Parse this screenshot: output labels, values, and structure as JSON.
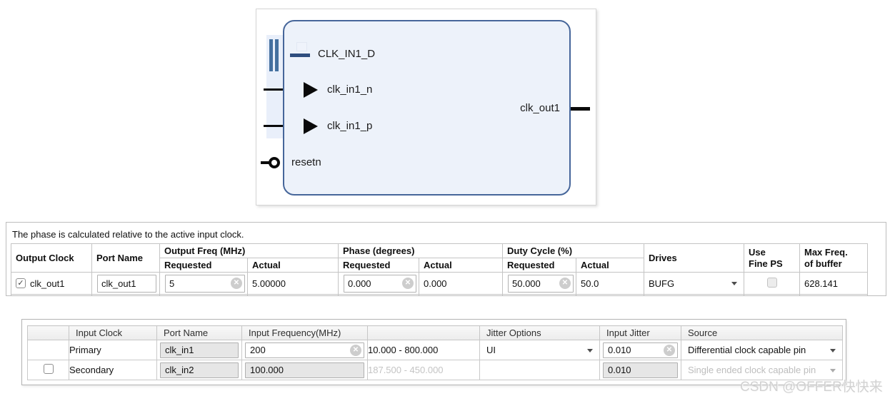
{
  "diagram": {
    "left_ports": {
      "clk_in1_d": {
        "label": "CLK_IN1_D"
      },
      "clk_in1_n": {
        "label": "clk_in1_n"
      },
      "clk_in1_p": {
        "label": "clk_in1_p"
      },
      "resetn": {
        "label": "resetn"
      }
    },
    "right_ports": {
      "clk_out1": {
        "label": "clk_out1"
      }
    }
  },
  "output_clocks": {
    "note": "The phase is calculated relative to the active input clock.",
    "headers": {
      "output_clock": "Output Clock",
      "port_name": "Port Name",
      "output_freq_group": "Output Freq (MHz)",
      "phase_group": "Phase (degrees)",
      "duty_group": "Duty Cycle (%)",
      "requested": "Requested",
      "actual": "Actual",
      "drives": "Drives",
      "use_fine_ps": "Use\nFine PS",
      "max_freq": "Max Freq.\nof buffer"
    },
    "row": {
      "output_clock": "clk_out1",
      "port_name": "clk_out1",
      "freq_requested": "5",
      "freq_actual": "5.00000",
      "phase_requested": "0.000",
      "phase_actual": "0.000",
      "duty_requested": "50.000",
      "duty_actual": "50.0",
      "drives": "BUFG",
      "max_freq": "628.141"
    }
  },
  "input_clocks": {
    "headers": {
      "input_clock": "Input Clock",
      "port_name": "Port Name",
      "input_freq": "Input Frequency(MHz)",
      "jitter_options": "Jitter Options",
      "input_jitter": "Input Jitter",
      "source": "Source"
    },
    "rows": {
      "primary": {
        "input_clock": "Primary",
        "port_name": "clk_in1",
        "freq": "200",
        "range": "10.000 - 800.000",
        "jitter_options": "UI",
        "input_jitter": "0.010",
        "source": "Differential clock capable pin"
      },
      "secondary": {
        "input_clock": "Secondary",
        "port_name": "clk_in2",
        "freq": "100.000",
        "range": "187.500 - 450.000",
        "input_jitter": "0.010",
        "source": "Single ended clock capable pin"
      }
    }
  },
  "icons": {
    "check": "✓",
    "clear": "✕"
  },
  "watermark": "CSDN @OFFER快快来",
  "colors": {
    "block_border": "#46669a",
    "block_fill": "#edf2fa",
    "interface_bar": "#44709f",
    "port_dash": "#2e4d7e",
    "disabled_text": "#c4c4c4"
  }
}
